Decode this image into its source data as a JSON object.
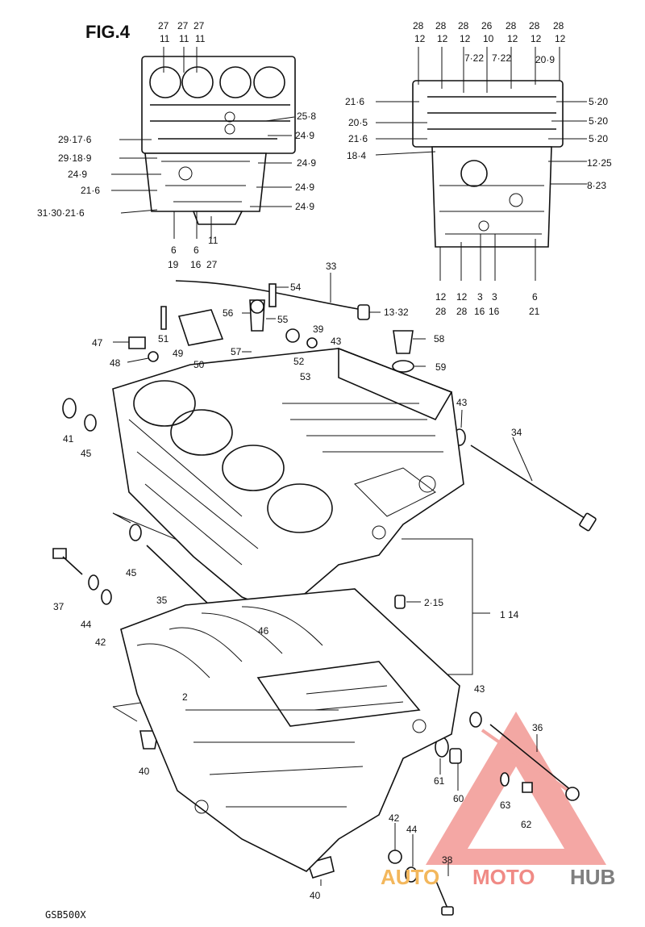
{
  "figure": {
    "title": "FIG.4",
    "model_code": "GSB500X"
  },
  "watermark": {
    "part1": "AUTO",
    "part2": "MOTO",
    "part3": "HUB",
    "colors": {
      "auto": "#f3b75c",
      "moto": "#f08a85",
      "hub": "#7f7f7f",
      "triangle": "#f08a85"
    }
  },
  "upper_left_labels": [
    {
      "id": "ul-27a",
      "text": "27"
    },
    {
      "id": "ul-11a",
      "text": "11"
    },
    {
      "id": "ul-27b",
      "text": "27"
    },
    {
      "id": "ul-11b",
      "text": "11"
    },
    {
      "id": "ul-27c",
      "text": "27"
    },
    {
      "id": "ul-11c",
      "text": "11"
    },
    {
      "id": "ul-258",
      "text": "25·8"
    },
    {
      "id": "ul-29176",
      "text": "29·17·6"
    },
    {
      "id": "ul-2949",
      "text": "24·9"
    },
    {
      "id": "ul-29189",
      "text": "29·18·9"
    },
    {
      "id": "ul-249b",
      "text": "24·9"
    },
    {
      "id": "ul-249c",
      "text": "24·9"
    },
    {
      "id": "ul-216",
      "text": "21·6"
    },
    {
      "id": "ul-249d",
      "text": "24·9"
    },
    {
      "id": "ul-3130",
      "text": "31·30·21·6"
    },
    {
      "id": "ul-249e",
      "text": "24·9"
    },
    {
      "id": "ul-6a",
      "text": "6"
    },
    {
      "id": "ul-19",
      "text": "19"
    },
    {
      "id": "ul-6b",
      "text": "6"
    },
    {
      "id": "ul-16",
      "text": "16"
    },
    {
      "id": "ul-11d",
      "text": "11"
    },
    {
      "id": "ul-27d",
      "text": "27"
    }
  ],
  "upper_right_labels": [
    {
      "id": "ur-28a",
      "text": "28"
    },
    {
      "id": "ur-12a",
      "text": "12"
    },
    {
      "id": "ur-28b",
      "text": "28"
    },
    {
      "id": "ur-12b",
      "text": "12"
    },
    {
      "id": "ur-28c",
      "text": "28"
    },
    {
      "id": "ur-12c",
      "text": "12"
    },
    {
      "id": "ur-26",
      "text": "26"
    },
    {
      "id": "ur-10",
      "text": "10"
    },
    {
      "id": "ur-28d",
      "text": "28"
    },
    {
      "id": "ur-12d",
      "text": "12"
    },
    {
      "id": "ur-28e",
      "text": "28"
    },
    {
      "id": "ur-12e",
      "text": "12"
    },
    {
      "id": "ur-28f",
      "text": "28"
    },
    {
      "id": "ur-12f",
      "text": "12"
    },
    {
      "id": "ur-722a",
      "text": "7·22"
    },
    {
      "id": "ur-722b",
      "text": "7·22"
    },
    {
      "id": "ur-209",
      "text": "20·9"
    },
    {
      "id": "ur-216a",
      "text": "21·6"
    },
    {
      "id": "ur-205",
      "text": "20·5"
    },
    {
      "id": "ur-216b",
      "text": "21·6"
    },
    {
      "id": "ur-184",
      "text": "18·4"
    },
    {
      "id": "ur-520a",
      "text": "5·20"
    },
    {
      "id": "ur-520b",
      "text": "5·20"
    },
    {
      "id": "ur-520c",
      "text": "5·20"
    },
    {
      "id": "ur-1225",
      "text": "12·25"
    },
    {
      "id": "ur-823",
      "text": "8·23"
    },
    {
      "id": "ur-12g",
      "text": "12"
    },
    {
      "id": "ur-28g",
      "text": "28"
    },
    {
      "id": "ur-12h",
      "text": "12"
    },
    {
      "id": "ur-28h",
      "text": "28"
    },
    {
      "id": "ur-3a",
      "text": "3"
    },
    {
      "id": "ur-16a",
      "text": "16"
    },
    {
      "id": "ur-3b",
      "text": "3"
    },
    {
      "id": "ur-16b",
      "text": "16"
    },
    {
      "id": "ur-6",
      "text": "6"
    },
    {
      "id": "ur-21",
      "text": "21"
    }
  ],
  "main_labels": [
    {
      "id": "p33",
      "text": "33"
    },
    {
      "id": "p54",
      "text": "54"
    },
    {
      "id": "p56",
      "text": "56"
    },
    {
      "id": "p55",
      "text": "55"
    },
    {
      "id": "p1332",
      "text": "13·32"
    },
    {
      "id": "p39",
      "text": "39"
    },
    {
      "id": "p43a",
      "text": "43"
    },
    {
      "id": "p58",
      "text": "58"
    },
    {
      "id": "p47",
      "text": "47"
    },
    {
      "id": "p51",
      "text": "51"
    },
    {
      "id": "p48",
      "text": "48"
    },
    {
      "id": "p49",
      "text": "49"
    },
    {
      "id": "p50",
      "text": "50"
    },
    {
      "id": "p57",
      "text": "57"
    },
    {
      "id": "p52",
      "text": "52"
    },
    {
      "id": "p53",
      "text": "53"
    },
    {
      "id": "p59",
      "text": "59"
    },
    {
      "id": "p43b",
      "text": "43"
    },
    {
      "id": "p34",
      "text": "34"
    },
    {
      "id": "p41",
      "text": "41"
    },
    {
      "id": "p45a",
      "text": "45"
    },
    {
      "id": "p45b",
      "text": "45"
    },
    {
      "id": "p35",
      "text": "35"
    },
    {
      "id": "p37",
      "text": "37"
    },
    {
      "id": "p44a",
      "text": "44"
    },
    {
      "id": "p42a",
      "text": "42"
    },
    {
      "id": "p215",
      "text": "2·15"
    },
    {
      "id": "p114",
      "text": "1  14"
    },
    {
      "id": "p46",
      "text": "46"
    },
    {
      "id": "p2",
      "text": "2"
    },
    {
      "id": "p43c",
      "text": "43"
    },
    {
      "id": "p36",
      "text": "36"
    },
    {
      "id": "p40a",
      "text": "40"
    },
    {
      "id": "p61",
      "text": "61"
    },
    {
      "id": "p60",
      "text": "60"
    },
    {
      "id": "p63",
      "text": "63"
    },
    {
      "id": "p62",
      "text": "62"
    },
    {
      "id": "p42b",
      "text": "42"
    },
    {
      "id": "p44b",
      "text": "44"
    },
    {
      "id": "p38",
      "text": "38"
    },
    {
      "id": "p40b",
      "text": "40"
    }
  ]
}
